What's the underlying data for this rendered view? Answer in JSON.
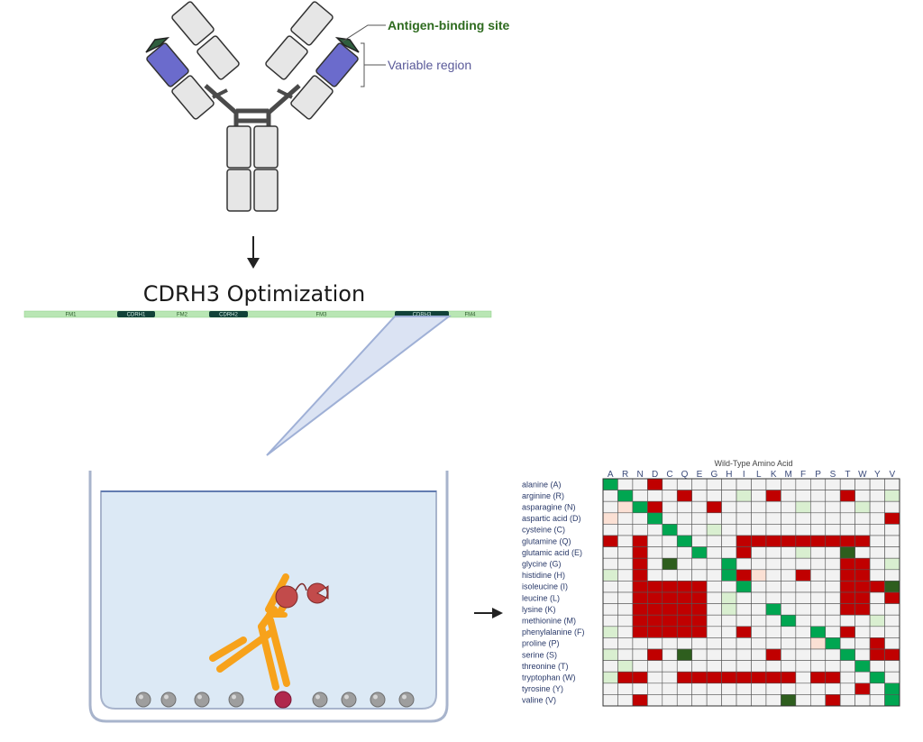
{
  "antibody": {
    "antigen_binding_label": "Antigen-binding site",
    "variable_region_label": "Variable region"
  },
  "optimization_title": "CDRH3 Optimization",
  "segments": [
    {
      "label": "FM1",
      "kind": "framework"
    },
    {
      "label": "CDRH1",
      "kind": "cdr"
    },
    {
      "label": "FM2",
      "kind": "framework"
    },
    {
      "label": "CDRH2",
      "kind": "cdr"
    },
    {
      "label": "FM3",
      "kind": "framework"
    },
    {
      "label": "CDRH3",
      "kind": "cdr"
    },
    {
      "label": "FM4",
      "kind": "framework"
    }
  ],
  "heatmap": {
    "axis_title": "Wild-Type Amino Acid",
    "columns": [
      "A",
      "R",
      "N",
      "D",
      "C",
      "Q",
      "E",
      "G",
      "H",
      "I",
      "L",
      "K",
      "M",
      "F",
      "P",
      "S",
      "T",
      "W",
      "Y",
      "V"
    ],
    "rows": [
      "alanine (A)",
      "arginine (R)",
      "asparagine (N)",
      "aspartic acid (D)",
      "cysteine (C)",
      "glutamine (Q)",
      "glutamic acid (E)",
      "glycine (G)",
      "histidine (H)",
      "isoleucine (I)",
      "leucine (L)",
      "lysine (K)",
      "methionine (M)",
      "phenylalanine (F)",
      "proline (P)",
      "serine (S)",
      "threonine (T)",
      "tryptophan (W)",
      "tyrosine (Y)",
      "valine (V)"
    ],
    "grid": [
      "g..r................",
      ".g...r.....r....r...",
      ".pgr...r............",
      "p..g...............r",
      "....g................",
      "r.r..g...rrrrrrrrr..",
      "..r...g..r......D...",
      "..r.D...g.......rr..",
      "..r.....grp..r..rr..",
      "..rrrrr..g......rrrD",
      "..rrrrr.........rr.r",
      "..rrrrr....g....rr..",
      "..rrrrr.....g.......",
      "..rrrrr..r....g.r...",
      "..............pg..r.",
      "...r.D.....r....g.rr",
      ".................g...",
      ".rr..rrrrrrrr.rr..g.",
      ".................r.g",
      "..r.........D..r...g"
    ],
    "light_green_cells": [
      [
        1,
        9
      ],
      [
        1,
        19
      ],
      [
        2,
        17
      ],
      [
        2,
        13
      ],
      [
        4,
        7
      ],
      [
        6,
        13
      ],
      [
        7,
        19
      ],
      [
        8,
        0
      ],
      [
        9,
        2
      ],
      [
        10,
        8
      ],
      [
        11,
        8
      ],
      [
        12,
        18
      ],
      [
        13,
        0
      ],
      [
        15,
        0
      ],
      [
        16,
        1
      ],
      [
        17,
        0
      ]
    ],
    "colors": {
      "red": "#c00000",
      "green": "#00a651",
      "dark_green": "#2e5e1e",
      "light_green": "#d9efd0",
      "pink": "#fbe0d4",
      "empty": "#f2f2f2",
      "grid_line": "#555555"
    }
  },
  "colors": {
    "antibody_fill": "#e6e6e6",
    "antibody_stroke": "#333333",
    "variable_purple": "#6b6bcc",
    "antigen_dark_green": "#2f5e3e",
    "antigen_label_green": "#2e6b1f",
    "variable_label": "#5a5a99",
    "strip_green": "#b9e6b4",
    "cdr_dark": "#114238",
    "well_fill": "#dce9f5",
    "well_stroke": "#a8b4cc",
    "zoom_fill": "#dbe3f3",
    "orange": "#f7a21b",
    "red_head": "#c24b4b",
    "bead": "#9e9e9e"
  }
}
